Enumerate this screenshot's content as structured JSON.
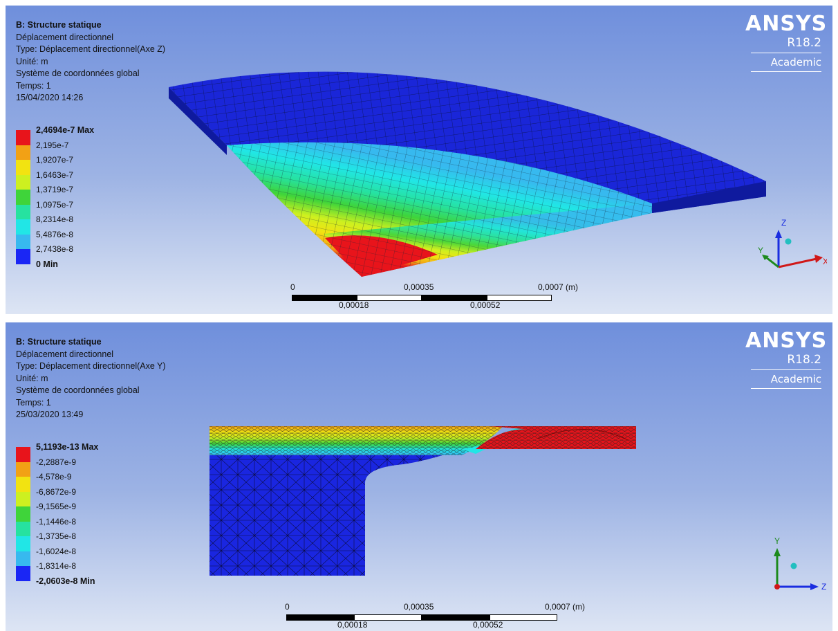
{
  "panels": [
    {
      "info": {
        "title": "B: Structure statique",
        "result": "Déplacement directionnel",
        "type": "Type: Déplacement directionnel(Axe Z)",
        "unit": "Unité: m",
        "coords": "Système de coordonnées global",
        "time": "Temps: 1",
        "date": "15/04/2020 14:26"
      },
      "legend": {
        "labels": [
          "2,4694e-7 Max",
          "2,195e-7",
          "1,9207e-7",
          "1,6463e-7",
          "1,3719e-7",
          "1,0975e-7",
          "8,2314e-8",
          "5,4876e-8",
          "2,7438e-8",
          "0 Min"
        ],
        "colors": [
          "#e8141b",
          "#f2a115",
          "#f2e311",
          "#cdf020",
          "#3fd43a",
          "#26e2a0",
          "#21e6e6",
          "#37b9ef",
          "#1a26f5"
        ]
      },
      "scale": {
        "t0": "0",
        "t1": "0,00035",
        "t2": "0,0007 (m)",
        "b1": "0,00018",
        "b2": "0,00052"
      },
      "triad": {
        "axes": [
          "Z",
          "Y",
          "X"
        ]
      }
    },
    {
      "info": {
        "title": "B: Structure statique",
        "result": "Déplacement directionnel",
        "type": "Type: Déplacement directionnel(Axe Y)",
        "unit": "Unité: m",
        "coords": "Système de coordonnées global",
        "time": "Temps: 1",
        "date": "25/03/2020 13:49"
      },
      "legend": {
        "labels": [
          "5,1193e-13 Max",
          "-2,2887e-9",
          "-4,578e-9",
          "-6,8672e-9",
          "-9,1565e-9",
          "-1,1446e-8",
          "-1,3735e-8",
          "-1,6024e-8",
          "-1,8314e-8",
          "-2,0603e-8 Min"
        ],
        "colors": [
          "#e8141b",
          "#f2a115",
          "#f2e311",
          "#cdf020",
          "#3fd43a",
          "#26e2a0",
          "#21e6e6",
          "#37b9ef",
          "#1a26f5"
        ]
      },
      "scale": {
        "t0": "0",
        "t1": "0,00035",
        "t2": "0,0007 (m)",
        "b1": "0,00018",
        "b2": "0,00052"
      },
      "triad": {
        "axes": [
          "Y",
          "Z"
        ]
      }
    }
  ],
  "logo": {
    "brand": "ANSYS",
    "version": "R18.2",
    "edition": "Academic"
  }
}
